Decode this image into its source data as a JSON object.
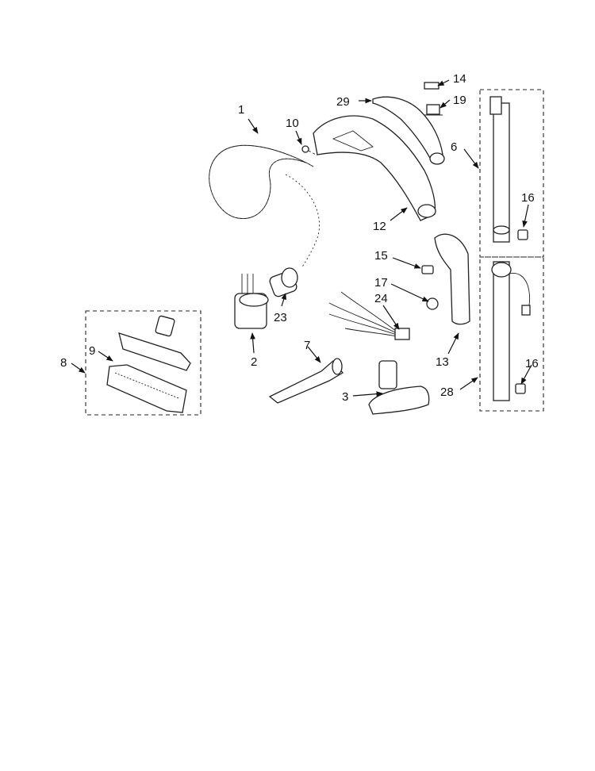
{
  "callouts": {
    "c1": "1",
    "c2": "2",
    "c3": "3",
    "c6": "6",
    "c7": "7",
    "c8": "8",
    "c9": "9",
    "c10": "10",
    "c12": "12",
    "c13": "13",
    "c14": "14",
    "c15": "15",
    "c16a": "16",
    "c16b": "16",
    "c17": "17",
    "c19": "19",
    "c23": "23",
    "c24": "24",
    "c28": "28",
    "c29": "29"
  }
}
